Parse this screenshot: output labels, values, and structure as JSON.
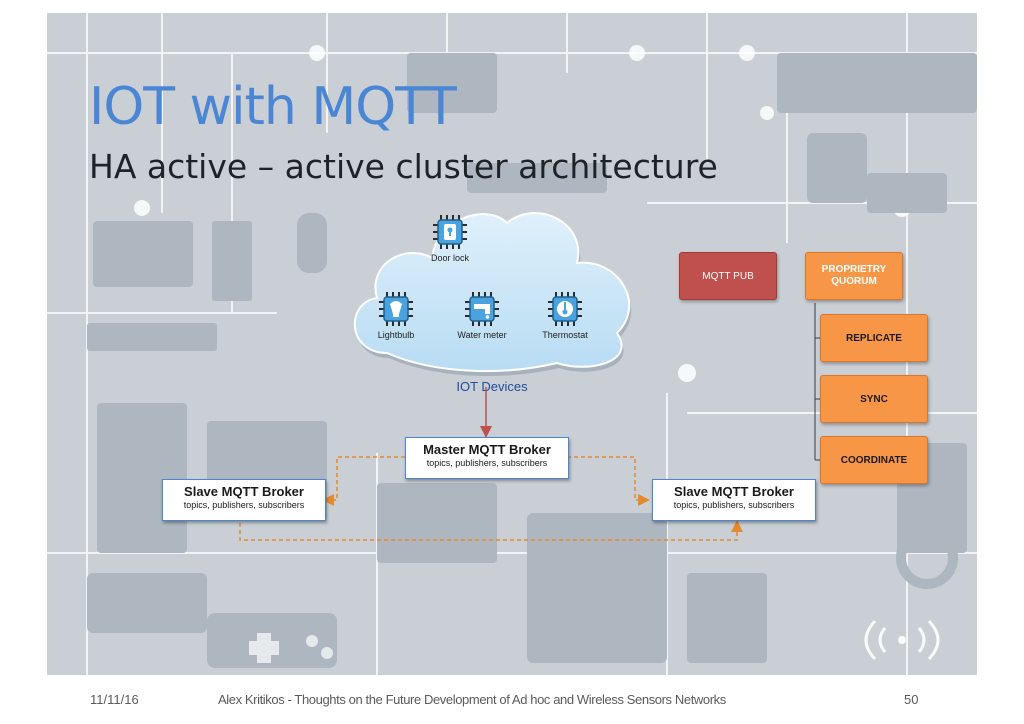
{
  "title": "IOT with MQTT",
  "subtitle": "HA active – active cluster architecture",
  "cloud": {
    "devices": [
      {
        "label": "Door lock",
        "icon": "door-lock-icon"
      },
      {
        "label": "Lightbulb",
        "icon": "lightbulb-icon"
      },
      {
        "label": "Water meter",
        "icon": "water-meter-icon"
      },
      {
        "label": "Thermostat",
        "icon": "thermostat-icon"
      }
    ],
    "label": "IOT Devices"
  },
  "brokers": {
    "master": {
      "title": "Master MQTT Broker",
      "sub": "topics, publishers, subscribers"
    },
    "slave_left": {
      "title": "Slave MQTT Broker",
      "sub": "topics, publishers, subscribers"
    },
    "slave_right": {
      "title": "Slave MQTT Broker",
      "sub": "topics, publishers, subscribers"
    }
  },
  "process": {
    "mqtt_pub": "MQTT PUB",
    "quorum": "PROPRIETRY QUORUM",
    "steps": [
      "REPLICATE",
      "SYNC",
      "COORDINATE"
    ]
  },
  "footer": {
    "date": "11/11/16",
    "credit": "Alex Kritikos - Thoughts on the Future Development of Ad hoc and Wireless Sensors Networks",
    "page": "50"
  },
  "colors": {
    "title": "#4a86d4",
    "background": "#c9cfd5",
    "mqtt_pub": "#c0504d",
    "quorum": "#f79646",
    "connector": "#e58a2e",
    "arrow": "#c0504d"
  }
}
